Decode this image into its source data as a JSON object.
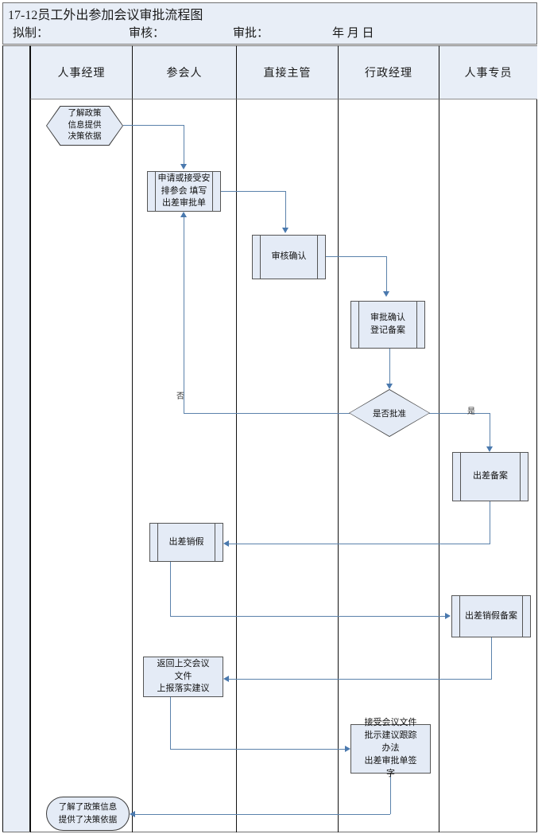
{
  "document": {
    "title": "17-12员工外出参加会议审批流程图",
    "signoff": {
      "prepared_label": "拟制：",
      "reviewed_label": "审核：",
      "approved_label": "审批：",
      "date_label": "年 月 日"
    }
  },
  "lanes": [
    {
      "id": "hr-manager",
      "label": "人事经理"
    },
    {
      "id": "attendee",
      "label": "参会人"
    },
    {
      "id": "direct-supervisor",
      "label": "直接主管"
    },
    {
      "id": "admin-manager",
      "label": "行政经理"
    },
    {
      "id": "hr-specialist",
      "label": "人事专员"
    }
  ],
  "nodes": [
    {
      "id": "start-policy",
      "lane": "hr-manager",
      "type": "hexagon",
      "text": "了解政策\n信息提供\n决策依据"
    },
    {
      "id": "apply-form",
      "lane": "attendee",
      "type": "process",
      "text": "申请或接受安\n排参会 填写\n出差审批单"
    },
    {
      "id": "review-confirm",
      "lane": "direct-supervisor",
      "type": "process",
      "text": "审核确认"
    },
    {
      "id": "approve-register",
      "lane": "admin-manager",
      "type": "process",
      "text": "审批确认\n登记备案"
    },
    {
      "id": "approve-decision",
      "lane": "admin-manager",
      "type": "decision",
      "text": "是否批准"
    },
    {
      "id": "trip-record",
      "lane": "hr-specialist",
      "type": "process",
      "text": "出差备案"
    },
    {
      "id": "trip-checkout",
      "lane": "attendee",
      "type": "process",
      "text": "出差销假"
    },
    {
      "id": "trip-checkout-record",
      "lane": "hr-specialist",
      "type": "process",
      "text": "出差销假备案"
    },
    {
      "id": "return-documents",
      "lane": "attendee",
      "type": "rect",
      "text": "返回上交会议文件\n上报落实建议"
    },
    {
      "id": "accept-documents",
      "lane": "admin-manager",
      "type": "rect",
      "text": "接受会议文件\n批示建议跟踪办法\n出差审批单签字"
    },
    {
      "id": "end-policy",
      "lane": "hr-manager",
      "type": "terminator",
      "text": "了解了政策信息\n提供了决策依据"
    }
  ],
  "edge_labels": {
    "decision_no": "否",
    "decision_yes": "是"
  },
  "colors": {
    "shape_fill": "#e4ebf6",
    "header_fill": "#e8eef7",
    "shape_stroke": "#555555",
    "connector": "#5b82ab",
    "grid_line": "#111111"
  }
}
